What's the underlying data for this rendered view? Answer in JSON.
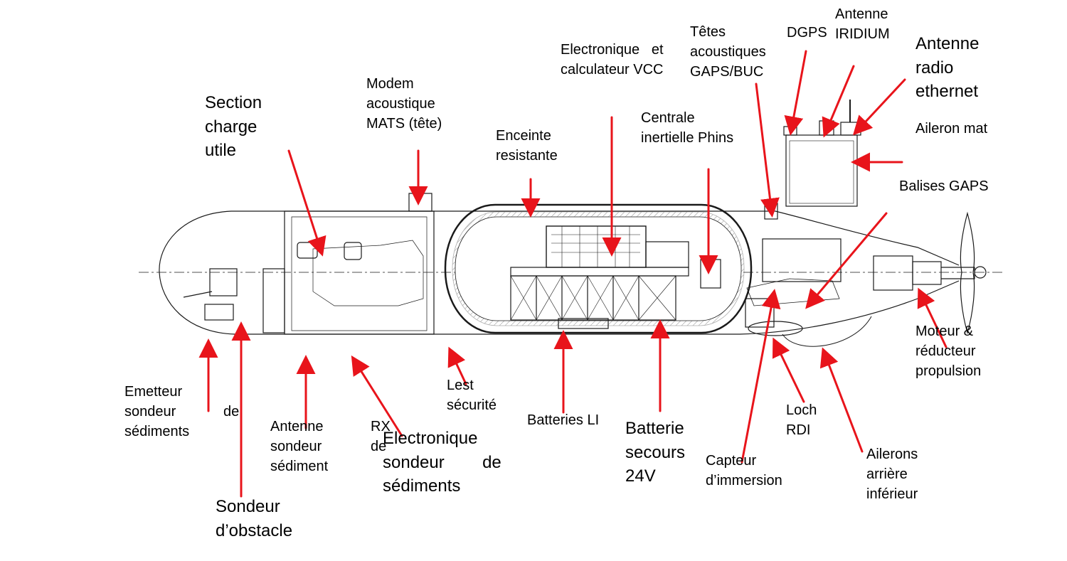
{
  "labels": {
    "section_charge": [
      "Section",
      "charge",
      "utile"
    ],
    "modem_mats": [
      "Modem",
      "acoustique",
      "MATS (tête)"
    ],
    "enceinte": [
      "Enceinte",
      "resistante"
    ],
    "electronique_vcc": [
      "Electronique   et",
      "calculateur VCC"
    ],
    "centrale_phins": [
      "Centrale",
      "inertielle Phins"
    ],
    "tetes_acoustiques": [
      "Têtes",
      "acoustiques",
      "GAPS/BUC"
    ],
    "dgps": [
      "DGPS"
    ],
    "antenne_iridium": [
      "Antenne",
      "IRIDIUM"
    ],
    "antenne_radio": [
      "Antenne",
      "radio",
      "ethernet"
    ],
    "aileron_mat": [
      "Aileron mat"
    ],
    "balises_gaps": [
      "Balises GAPS"
    ],
    "moteur": [
      "Moteur &",
      "réducteur",
      "propulsion"
    ],
    "emetteur": [
      "Emetteur",
      "sondeur            de",
      "sédiments"
    ],
    "sondeur_obstacle": [
      "Sondeur",
      "d’obstacle"
    ],
    "antenne_sondeur": [
      "Antenne",
      "sondeur",
      "sédiment"
    ],
    "rx_de": [
      "RX",
      "de"
    ],
    "electronique_sondeur": [
      "Electronique",
      "sondeur        de",
      "sédiments"
    ],
    "lest": [
      "Lest",
      "sécurité"
    ],
    "batteries_li": [
      "Batteries LI"
    ],
    "batterie_secours": [
      "Batterie",
      "secours",
      "24V"
    ],
    "capteur_immersion": [
      "Capteur",
      "d’immersion"
    ],
    "loch_rdi": [
      "Loch",
      "RDI"
    ],
    "ailerons_arriere": [
      "Ailerons",
      "arrière",
      "inférieur"
    ]
  },
  "colors": {
    "arrow": "#e8141b",
    "drawing": "#1a1a1a",
    "background": "#ffffff"
  }
}
